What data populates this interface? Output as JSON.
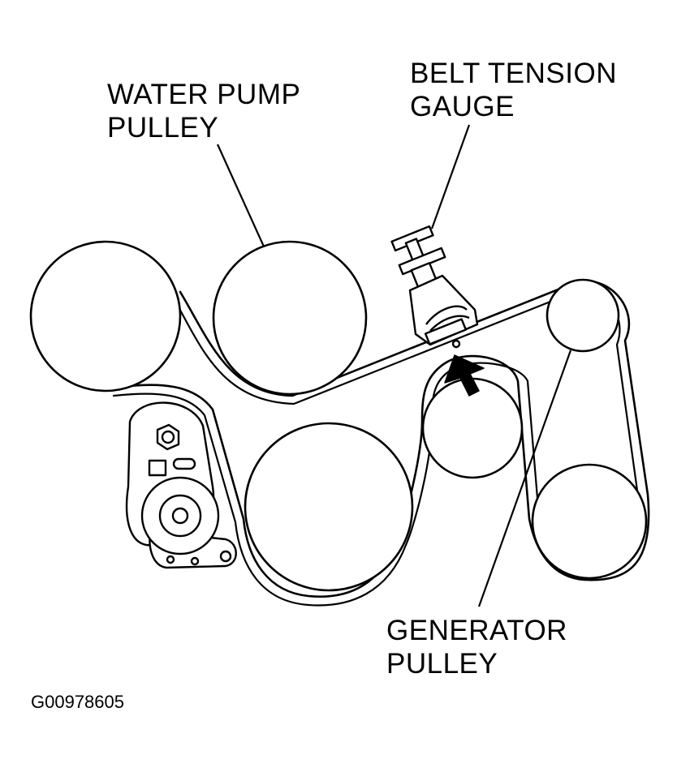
{
  "labels": {
    "water_pump_pulley": [
      "WATER PUMP",
      "PULLEY"
    ],
    "belt_tension_gauge": [
      "BELT TENSION",
      "GAUGE"
    ],
    "generator_pulley": [
      "GENERATOR",
      "PULLEY"
    ]
  },
  "figure_id": "G00978605",
  "colors": {
    "ink": "#000000",
    "paper": "#ffffff"
  }
}
